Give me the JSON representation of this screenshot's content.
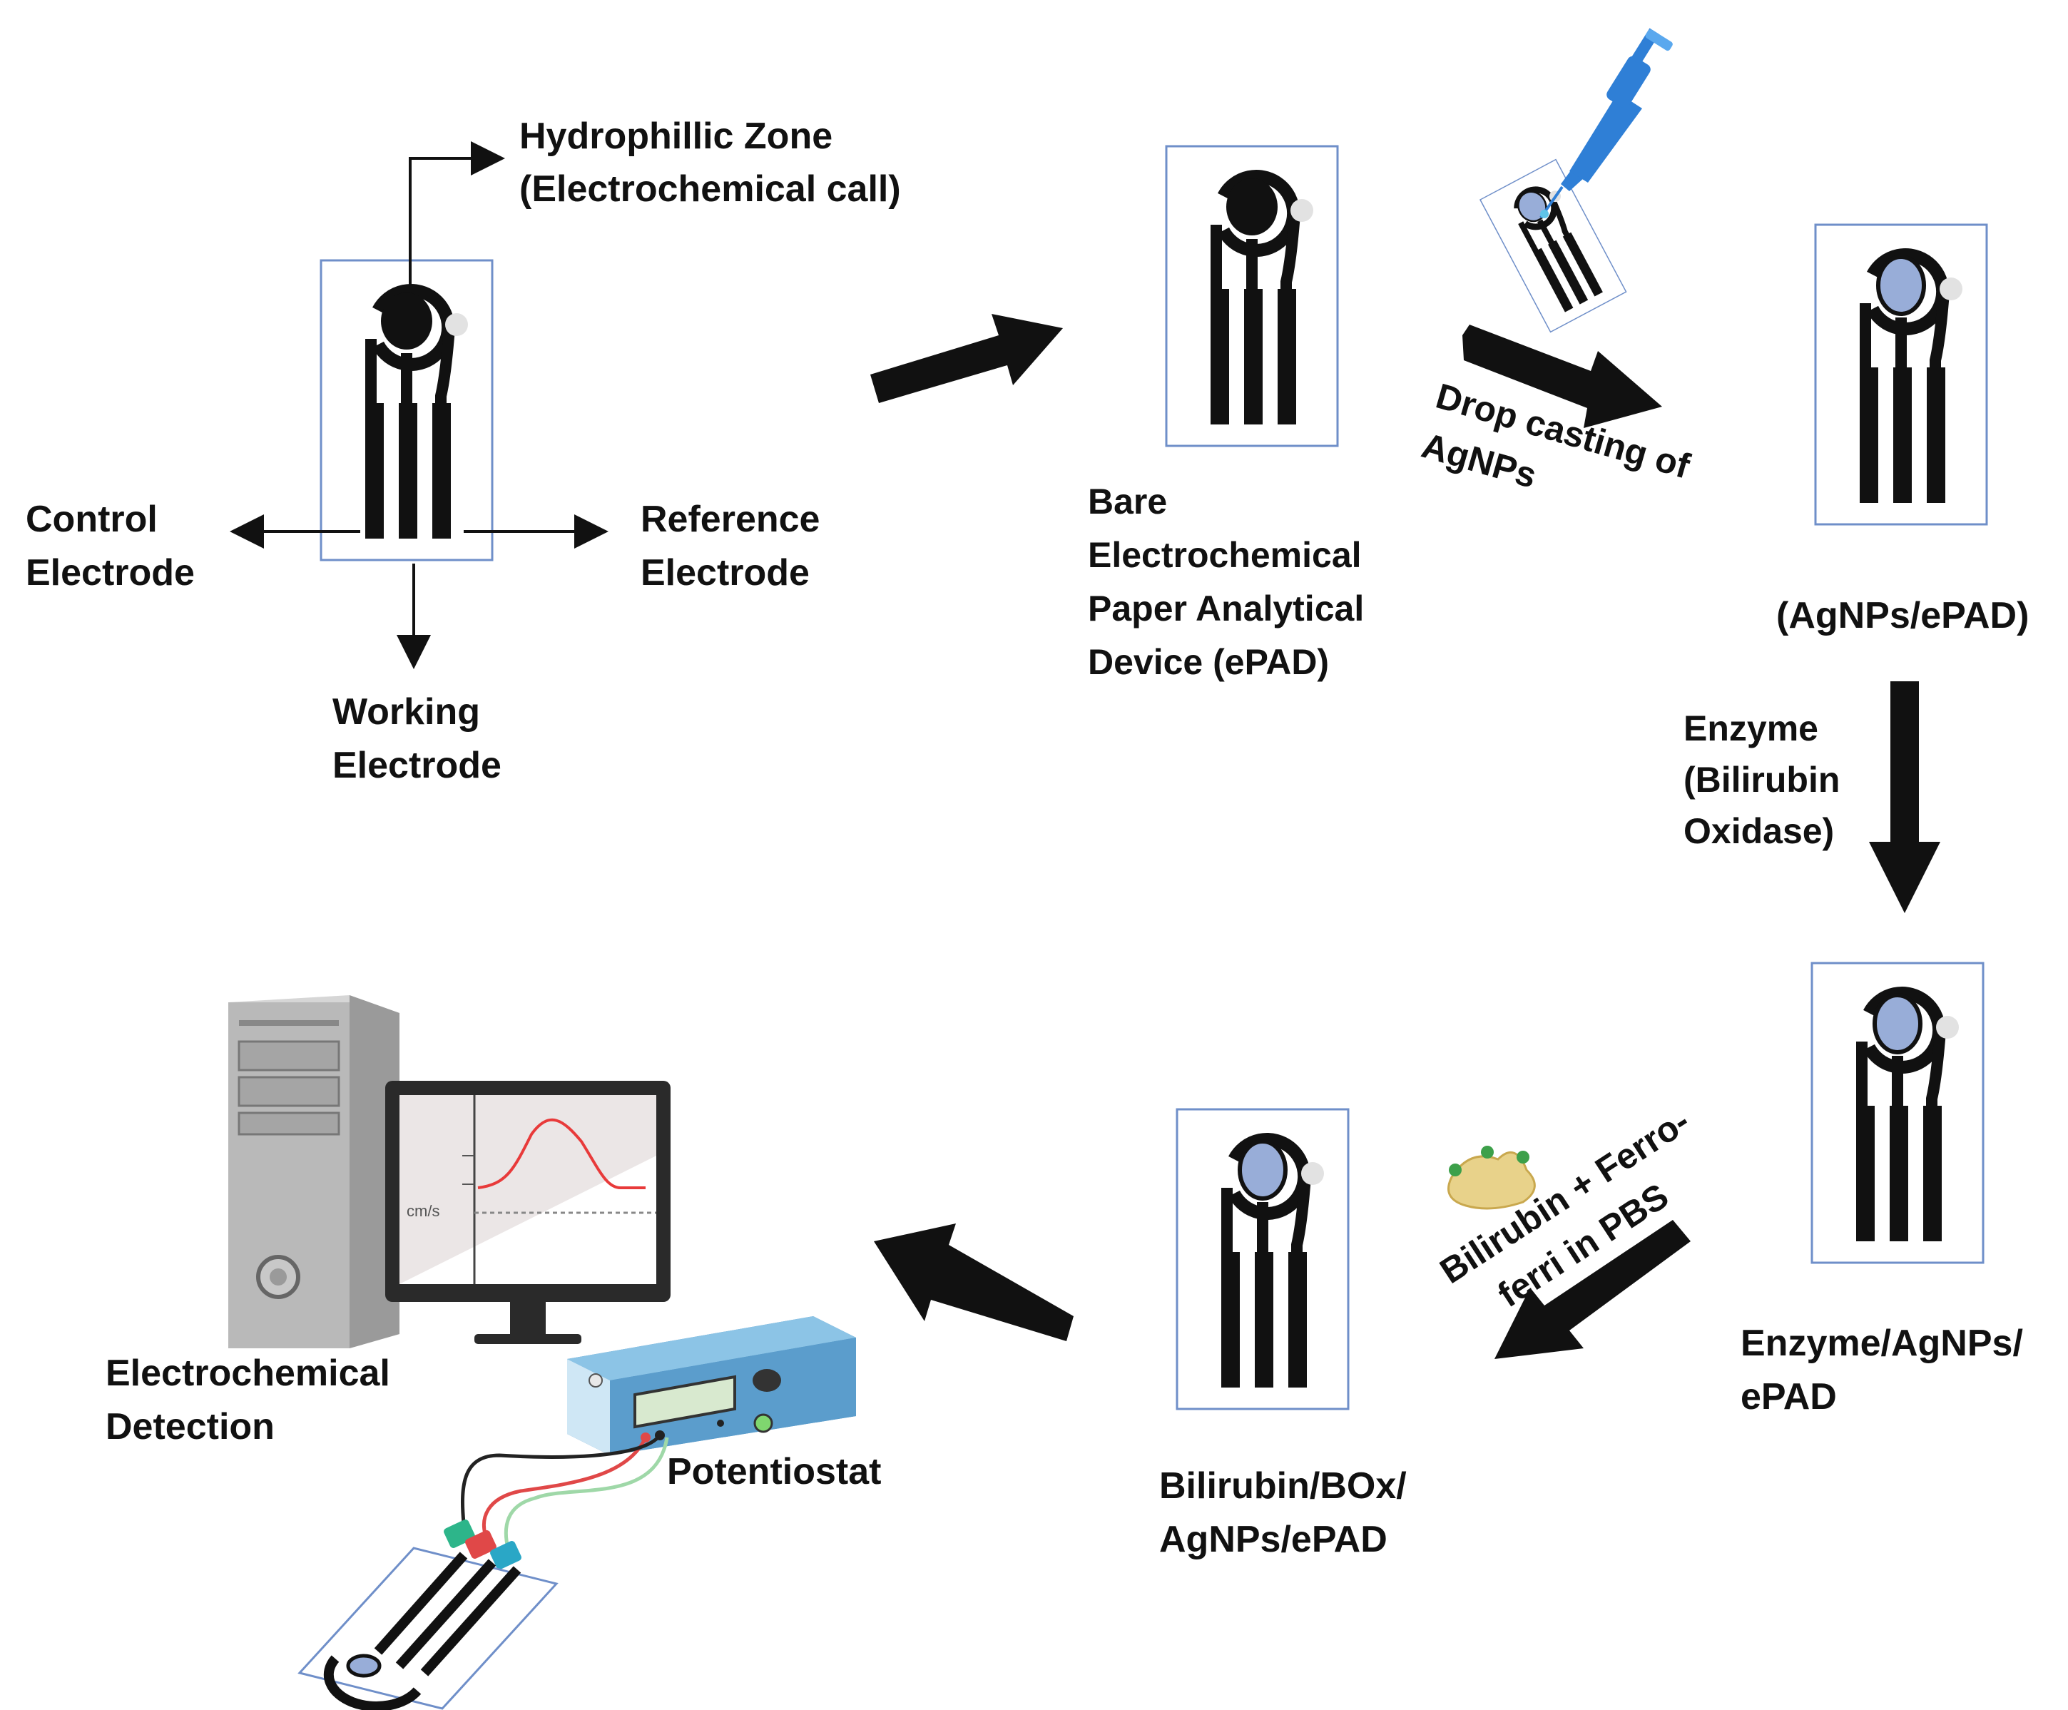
{
  "labels": {
    "hydrophilic_zone": [
      "Hydrophillic Zone",
      "(Electrochemical call)"
    ],
    "control_electrode": [
      "Control",
      "Electrode"
    ],
    "reference_electrode": [
      "Reference",
      "Electrode"
    ],
    "working_electrode": [
      "Working",
      "Electrode"
    ],
    "bare_epad": [
      "Bare",
      "Electrochemical",
      "Paper Analytical",
      "Device (ePAD)"
    ],
    "drop_casting": [
      "Drop casting of",
      "AgNPs"
    ],
    "agnps_epad": [
      "(AgNPs/ePAD)"
    ],
    "enzyme_step": [
      "Enzyme",
      "(Bilirubin",
      "Oxidase)"
    ],
    "enzyme_agnps_epad": [
      "Enzyme/AgNPs/",
      "ePAD"
    ],
    "bilirubin_step": [
      "Bilirubin + Ferro-",
      "ferri in PBS"
    ],
    "bilirubin_box_agnps_epad": [
      "Bilirubin/BOx/",
      "AgNPs/ePAD"
    ],
    "electrochemical_detection": [
      "Electrochemical",
      "Detection"
    ],
    "potentiostat": [
      "Potentiostat"
    ],
    "monitor_axis_unit": "cm/s"
  },
  "colors": {
    "ink": "#111111",
    "paper_outline": "#6f8fc9",
    "agnp_fill": "#98add8",
    "curve": "#e83a3a",
    "pipette": "#2f7fd6",
    "device_body": "#7fb8dd",
    "wire_red": "#e04848",
    "wire_green": "#9fd8a8",
    "wire_black": "#222222"
  },
  "icons": [
    "electrode-icon",
    "pipette-icon",
    "computer-tower-icon",
    "monitor-icon",
    "potentiostat-icon",
    "bilirubin-molecule-icon",
    "flow-arrow-icon"
  ]
}
